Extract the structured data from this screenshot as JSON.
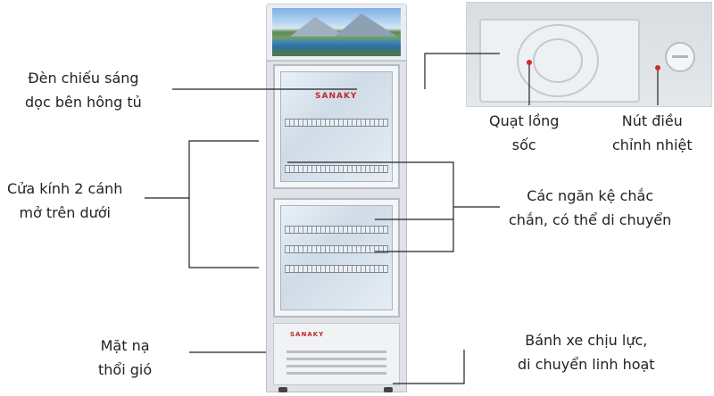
{
  "labels": {
    "side_light": [
      "Đèn chiếu sáng",
      "dọc bên hông tủ"
    ],
    "glass_doors": [
      "Cửa kính 2 cánh",
      "mở trên dưới"
    ],
    "air_vent": [
      "Mặt nạ",
      "thổi gió"
    ],
    "fan": [
      "Quạt lồng",
      "sốc"
    ],
    "thermostat": [
      "Nút điều",
      "chỉnh nhiệt"
    ],
    "shelves": [
      "Các ngăn kệ chắc",
      "chắn, có thể di chuyển"
    ],
    "wheels": [
      "Bánh xe chịu lực,",
      "di chuyển linh hoạt"
    ]
  },
  "brand": "SANAKY",
  "colors": {
    "line": "#222222",
    "brand": "#c2262e",
    "fan_marker": "#d62828"
  }
}
